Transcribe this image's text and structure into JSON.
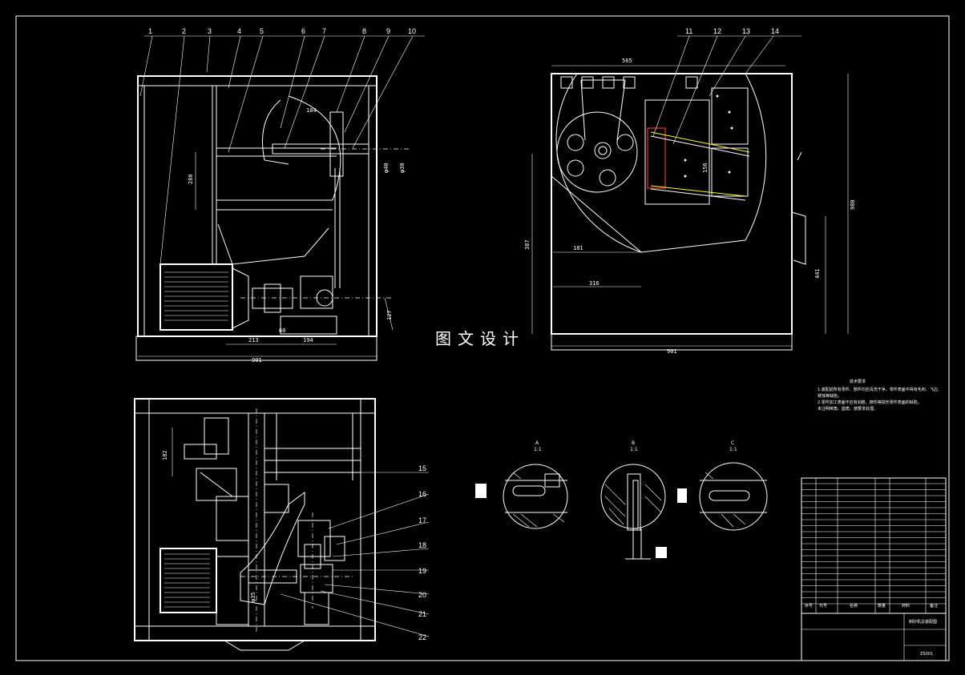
{
  "watermark": "图文设计",
  "balloons_top": [
    "1",
    "2",
    "3",
    "4",
    "5",
    "6",
    "7",
    "8",
    "9",
    "10"
  ],
  "balloons_right": [
    "11",
    "12",
    "13",
    "14"
  ],
  "balloons_plan": [
    "15",
    "16",
    "17",
    "18",
    "19",
    "20",
    "21",
    "22"
  ],
  "dims": {
    "front_width": "901",
    "front_bottom_left": "213",
    "front_bottom_right": "194",
    "front_height_inner": "280",
    "front_top": "184",
    "front_right_1": "127",
    "front_right_2": "φ40",
    "front_right_3": "φ30",
    "front_small": "60",
    "side_top": "565",
    "side_bottom": "901",
    "side_left_h": "387",
    "side_inner_1": "181",
    "side_inner_2": "316",
    "side_right_h": "980",
    "side_right_h2": "441",
    "side_mid": "156",
    "plan_left": "182",
    "plan_bottom": "φ35"
  },
  "section_labels": {
    "a_title": "A",
    "a_scale": "1:1",
    "b_title": "B",
    "b_scale": "1:1",
    "c_title": "C",
    "c_scale": "1:1"
  },
  "notes": {
    "heading": "技术要求",
    "line1": "1.装配前所有零件、部件均应清洗干净，零件表面不得有毛刺、飞边、",
    "line2": "   锈蚀等缺陷。",
    "line3": "2.零件加工表面不应有划痕、擦伤等损伤零件表面的缺陷，",
    "line4": "   未注明倒角、圆角、按要求处理。"
  },
  "title_block": {
    "drawing_name": "制砂机总装配图",
    "drawing_no": "ZS001",
    "col_seq": "序号",
    "col_code": "代号",
    "col_name": "名称",
    "col_qty": "数量",
    "col_material": "材料",
    "col_note": "备注"
  }
}
